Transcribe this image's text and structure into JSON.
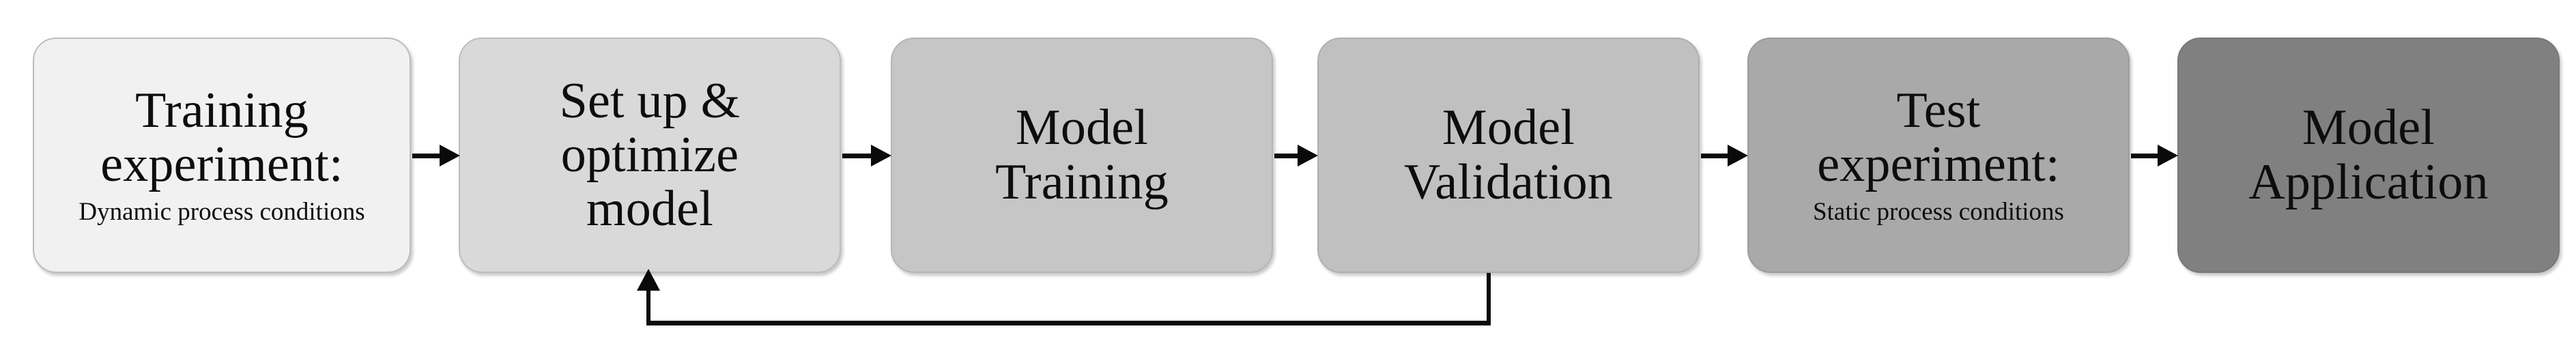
{
  "diagram": {
    "type": "process-flowchart",
    "orientation": "horizontal",
    "background_color": "#ffffff",
    "line_color": "#0a0a0a",
    "steps": [
      {
        "id": "training-experiment",
        "title": "Training\nexperiment:",
        "subtitle": "Dynamic process conditions",
        "fill_color": "#f1f1f1",
        "border_color": "#bdbdbd"
      },
      {
        "id": "set-up-optimize-model",
        "title": "Set up &\noptimize\nmodel",
        "subtitle": "",
        "fill_color": "#d9d9d9",
        "border_color": "#bdbdbd"
      },
      {
        "id": "model-training",
        "title": "Model\nTraining",
        "subtitle": "",
        "fill_color": "#c6c6c6",
        "border_color": "#b5b5b5"
      },
      {
        "id": "model-validation",
        "title": "Model\nValidation",
        "subtitle": "",
        "fill_color": "#c0c0c0",
        "border_color": "#b0b0b0"
      },
      {
        "id": "test-experiment",
        "title": "Test\nexperiment:",
        "subtitle": "Static process conditions",
        "fill_color": "#a9a9a9",
        "border_color": "#9c9c9c"
      },
      {
        "id": "model-application",
        "title": "Model\nApplication",
        "subtitle": "",
        "fill_color": "#808080",
        "border_color": "#777777"
      }
    ],
    "connectors": [
      {
        "id": "arrow-training-to-setup",
        "from": "training-experiment",
        "to": "set-up-optimize-model",
        "style": "solid-arrow-right"
      },
      {
        "id": "arrow-setup-to-modeltraining",
        "from": "set-up-optimize-model",
        "to": "model-training",
        "style": "solid-arrow-right"
      },
      {
        "id": "arrow-training-to-validation",
        "from": "model-training",
        "to": "model-validation",
        "style": "solid-arrow-right"
      },
      {
        "id": "arrow-validation-to-test",
        "from": "model-validation",
        "to": "test-experiment",
        "style": "solid-arrow-right"
      },
      {
        "id": "arrow-test-to-application",
        "from": "test-experiment",
        "to": "model-application",
        "style": "solid-arrow-right"
      }
    ],
    "feedback_loop": {
      "id": "feedback-validation-to-setup",
      "from": "model-validation",
      "to": "set-up-optimize-model",
      "route": "bottom-left-up",
      "style": "solid-arrow-up",
      "label": ""
    }
  }
}
